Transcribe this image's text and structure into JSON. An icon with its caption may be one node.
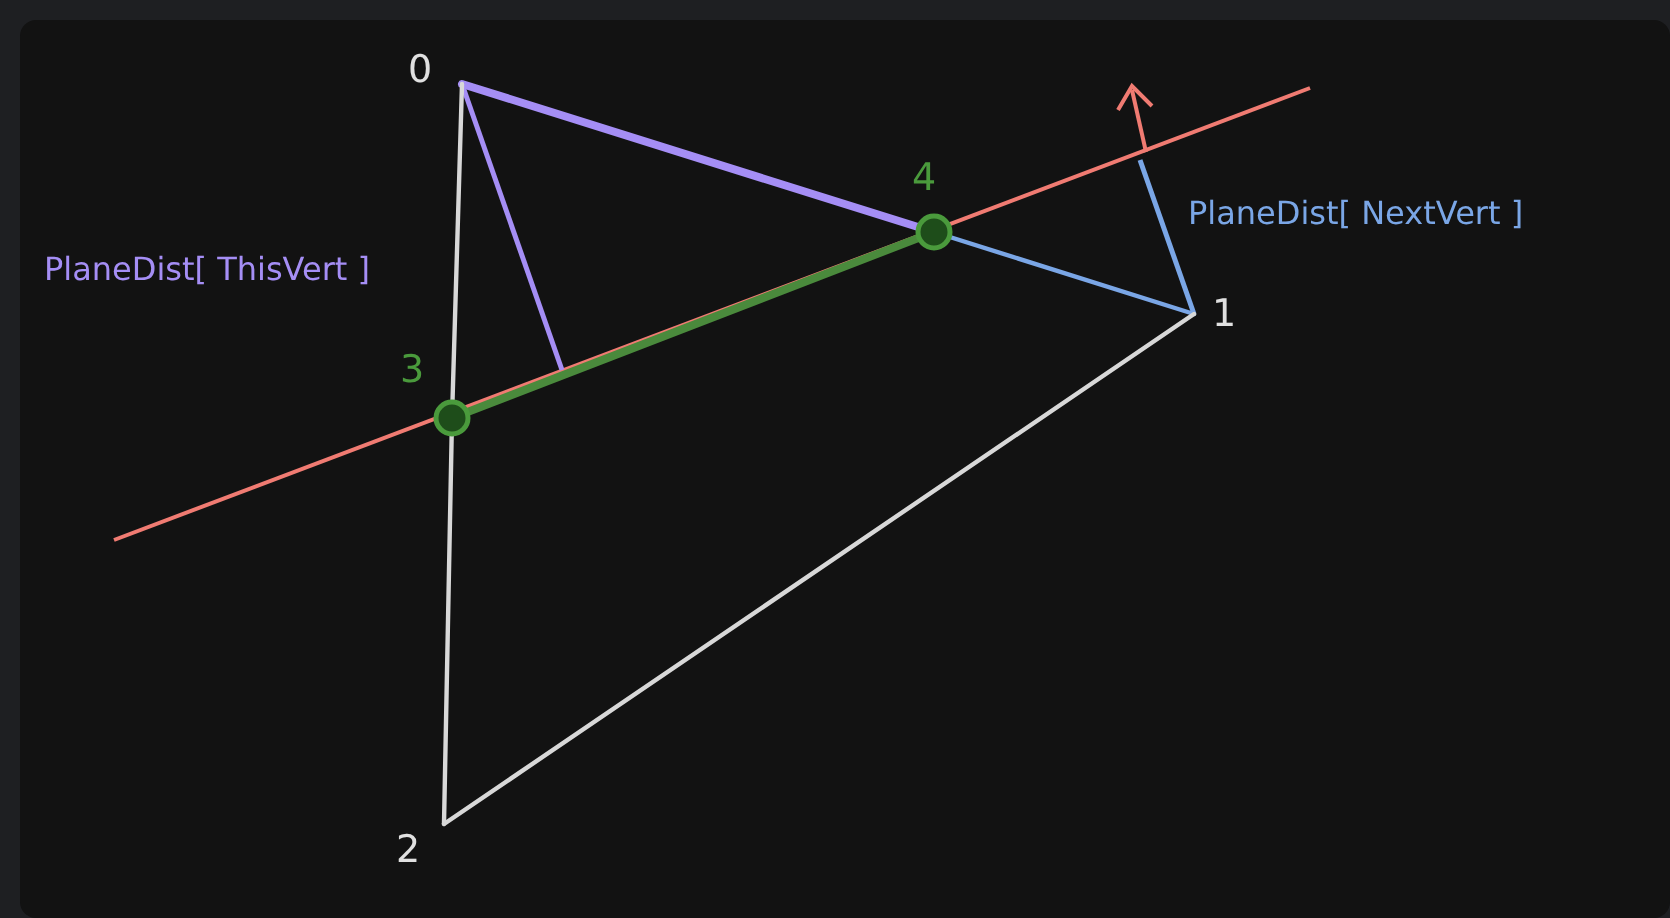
{
  "diagram": {
    "nodes": [
      {
        "text": [
          "0"
        ]
      },
      {
        "text": [
          "1"
        ]
      },
      {
        "text": [
          "2"
        ]
      },
      {
        "text": [
          "3"
        ]
      },
      {
        "text": [
          "4"
        ]
      }
    ],
    "edges": [
      {
        "from": 0,
        "to": 4,
        "arrow": "none",
        "style": "thick",
        "color": "#a58ef5"
      },
      {
        "from": 4,
        "to": 1,
        "arrow": "none",
        "color": "#7aa6e6"
      },
      {
        "from": 1,
        "to": 2,
        "arrow": "none"
      },
      {
        "from": 0,
        "to": 3,
        "arrow": "none"
      },
      {
        "from": 3,
        "to": 2,
        "arrow": "none"
      },
      {
        "from": 3,
        "to": 4,
        "arrow": "none",
        "style": "thick",
        "color": "#4a8a3c"
      }
    ],
    "labels": [
      "PlaneDist[ ThisVert ]",
      "PlaneDist[ NextVert ]"
    ]
  }
}
